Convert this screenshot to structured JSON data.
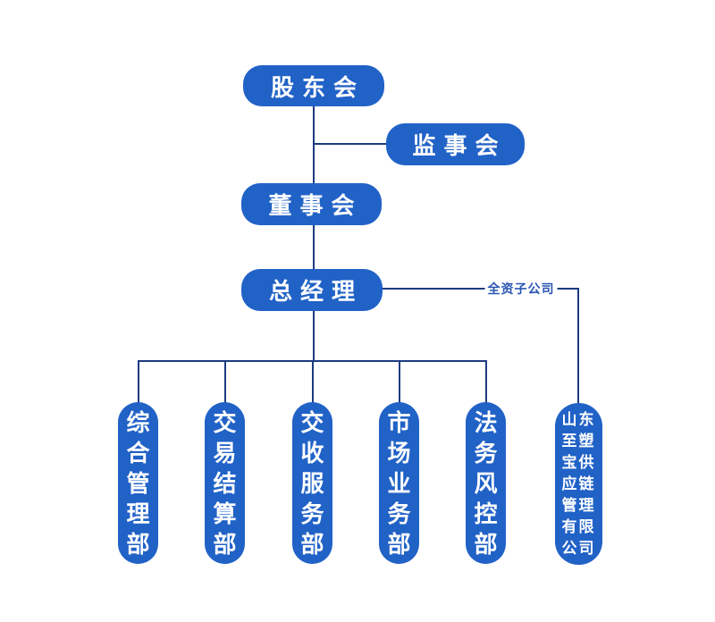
{
  "colors": {
    "node_fill": "#2162c7",
    "node_text": "#ffffff",
    "line": "#1c3b80",
    "connector_label_text": "#2a55b2",
    "background": "#ffffff"
  },
  "org_chart": {
    "nodes": {
      "shareholders": {
        "label": "股东会"
      },
      "supervisory_board": {
        "label": "监事会"
      },
      "board_of_directors": {
        "label": "董事会"
      },
      "general_manager": {
        "label": "总经理"
      }
    },
    "connector_label": "全资子公司",
    "departments": [
      {
        "label": "综合管理部"
      },
      {
        "label": "交易结算部"
      },
      {
        "label": "交收服务部"
      },
      {
        "label": "市场业务部"
      },
      {
        "label": "法务风控部"
      }
    ],
    "subsidiary": {
      "label": "山东至塑宝供应链管理有限公司"
    }
  }
}
